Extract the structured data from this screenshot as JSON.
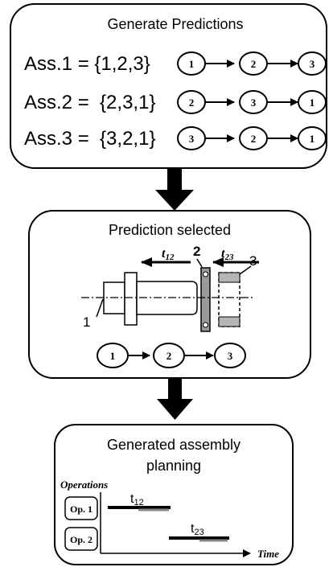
{
  "panel1": {
    "title": "Generate Predictions",
    "rows": [
      {
        "label": "Ass.1 = {1,2,3}",
        "nodes": [
          "1",
          "2",
          "3"
        ]
      },
      {
        "label": "Ass.2 =  {2,3,1}",
        "nodes": [
          "2",
          "3",
          "1"
        ]
      },
      {
        "label": "Ass.3 =  {3,2,1}",
        "nodes": [
          "3",
          "2",
          "1"
        ]
      }
    ]
  },
  "panel2": {
    "title": "Prediction selected",
    "t12": {
      "base": "t",
      "sub": "12"
    },
    "t23": {
      "base": "t",
      "sub": "23"
    },
    "part_labels": [
      "1",
      "2",
      "3"
    ],
    "nodes": [
      "1",
      "2",
      "3"
    ]
  },
  "panel3": {
    "title_line1": "Generated assembly",
    "title_line2": "planning",
    "y_axis_label": "Operations",
    "x_axis_label": "Time",
    "ops": [
      "Op. 1",
      "Op. 2"
    ],
    "t12": {
      "base": "t",
      "sub": "12"
    },
    "t23": {
      "base": "t",
      "sub": "23"
    }
  }
}
